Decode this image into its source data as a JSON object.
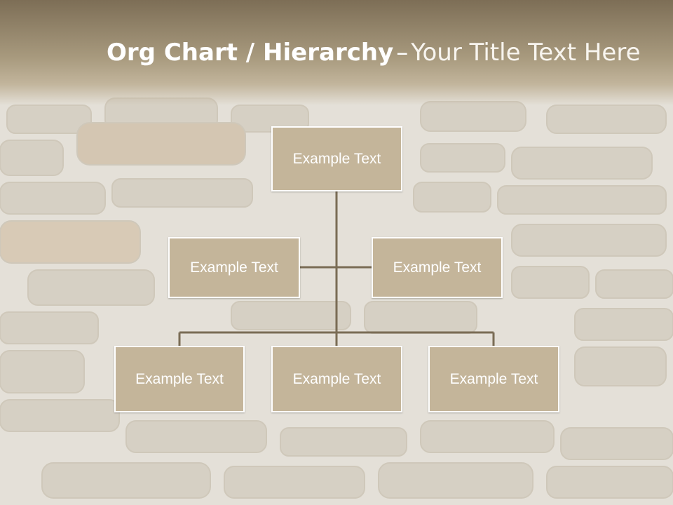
{
  "slide": {
    "title": {
      "bold": "Org Chart / Hierarchy",
      "separator": "–",
      "subtitle": "Your Title Text Here"
    },
    "colors": {
      "header": "#8c7c60",
      "box_fill": "#c4b59a",
      "box_border": "#ffffff",
      "connector": "#7a6c55"
    }
  },
  "org_chart": {
    "top": {
      "label": "Example Text"
    },
    "assistants": [
      {
        "label": "Example Text"
      },
      {
        "label": "Example Text"
      }
    ],
    "subordinates": [
      {
        "label": "Example Text"
      },
      {
        "label": "Example Text"
      },
      {
        "label": "Example Text"
      }
    ]
  }
}
